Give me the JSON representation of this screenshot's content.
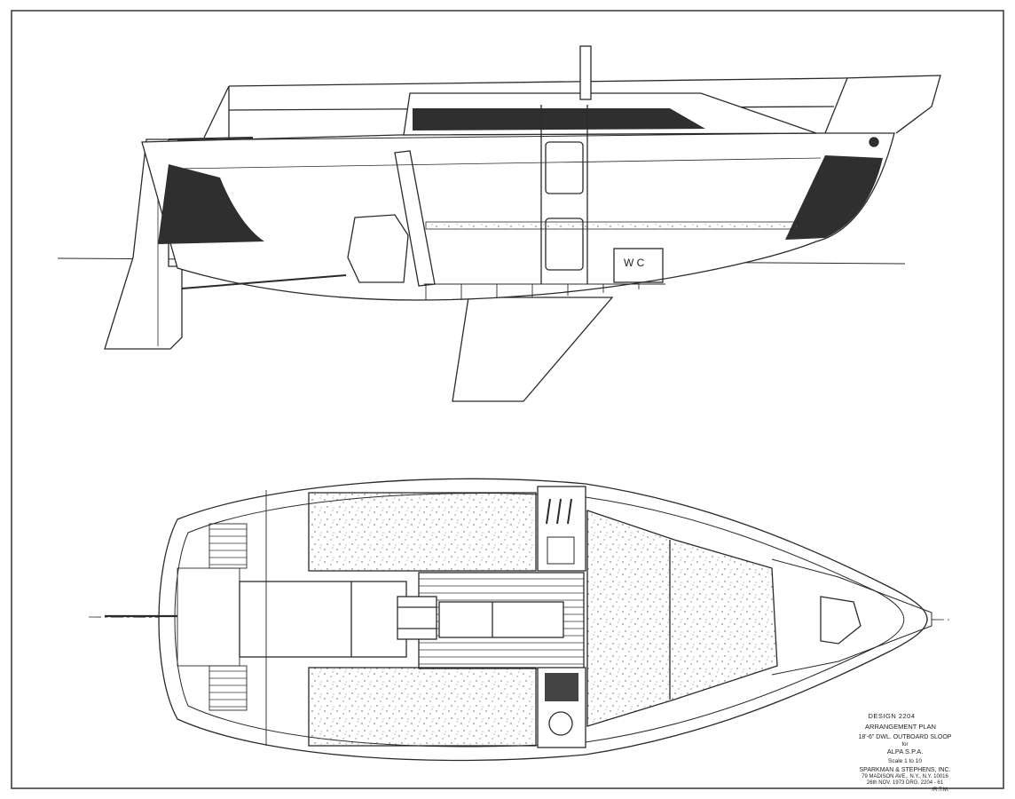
{
  "title_block": {
    "design": "DESIGN 2204",
    "drawing_title": "ARRANGEMENT PLAN",
    "vessel": "18'-6\" DWL. OUTBOARD SLOOP",
    "for": "for",
    "client": "ALPA S.P.A.",
    "scale": "Scale 1 to 10",
    "firm": "SPARKMAN & STEPHENS, INC.",
    "address": "79 MADISON AVE., N.Y., N.Y. 10016",
    "date_drawing": "26th NOV. 1973    DRG. 2204 - 61",
    "initials": "/R.T.M."
  },
  "profile": {
    "head_label": "W C"
  },
  "colors": {
    "line": "#2a2a2a",
    "fill_dark": "#2f2f2f",
    "paper": "#ffffff",
    "speckle": "#555555"
  }
}
